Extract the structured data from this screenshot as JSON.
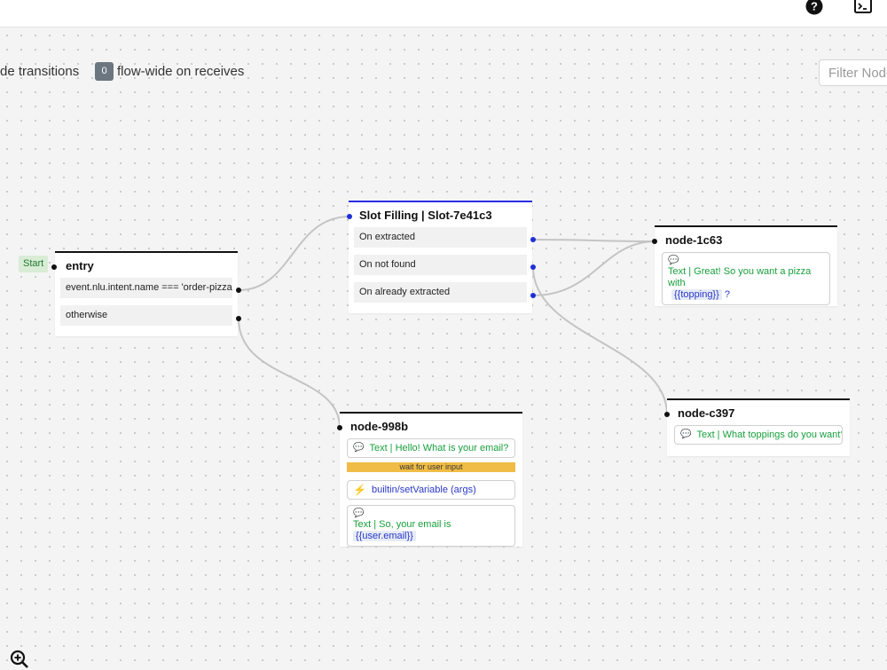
{
  "toolbar": {
    "node_transitions": "de transitions",
    "flow_wide_count": "0",
    "flow_wide_label": "flow-wide on receives",
    "filter_placeholder": "Filter Node"
  },
  "icons": {
    "help": "help-icon",
    "terminal": "terminal-icon",
    "zoom": "zoom-in-icon"
  },
  "colors": {
    "success_text": "#18a03c",
    "variable_text": "#2a37c7",
    "slot_accent": "#2a2ee6",
    "wait_bar": "#f0bc45",
    "start_badge_bg": "#d9ecd6"
  },
  "canvas": {
    "start_label": "Start",
    "nodes": {
      "entry": {
        "title": "entry",
        "transitions": [
          "event.nlu.intent.name === 'order-pizza'",
          "otherwise"
        ]
      },
      "slot": {
        "title": "Slot Filling | Slot-7e41c3",
        "transitions": [
          "On extracted",
          "On not found",
          "On already extracted"
        ]
      },
      "node1c63": {
        "title": "node-1c63",
        "card_line1": "Text | Great! So you want a pizza with",
        "card_var": "{{topping}}",
        "card_suffix": "?"
      },
      "nodec397": {
        "title": "node-c397",
        "card": "Text | What toppings do you want?"
      },
      "node998b": {
        "title": "node-998b",
        "card1": "Text | Hello! What is your email?",
        "wait": "wait for user input",
        "action": "builtin/setVariable (args)",
        "card3_text": "Text | So, your email is",
        "card3_var": "{{user.email}}"
      }
    }
  }
}
